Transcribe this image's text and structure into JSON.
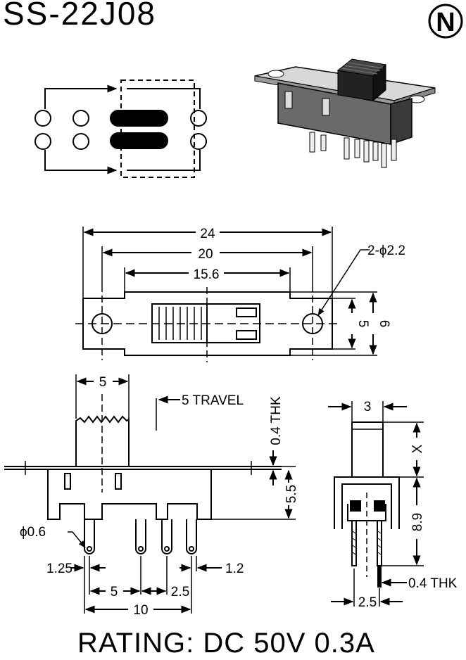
{
  "title": "SS-22J08",
  "logo_letter": "N",
  "rating": "RATING: DC 50V 0.3A",
  "dimensions": {
    "overall_length": "24",
    "hole_pitch": "20",
    "slot_length": "15.6",
    "hole_callout": "2-ϕ2.2",
    "width_inner": "5",
    "width_outer": "6",
    "actuator_width": "5",
    "travel": "5 TRAVEL",
    "thickness": "0.4 THK",
    "body_height": "5.5",
    "pin_diameter": "ϕ0.6",
    "left_offset": "1.25",
    "right_offset": "1.2",
    "pin_pitch_a": "5",
    "pin_pitch_b": "2.5",
    "pin_span": "10",
    "side_actuator_width": "3",
    "side_x": "X",
    "side_height": "8.9",
    "side_pin_thk": "0.4 THK",
    "side_pin_pitch": "2.5"
  }
}
